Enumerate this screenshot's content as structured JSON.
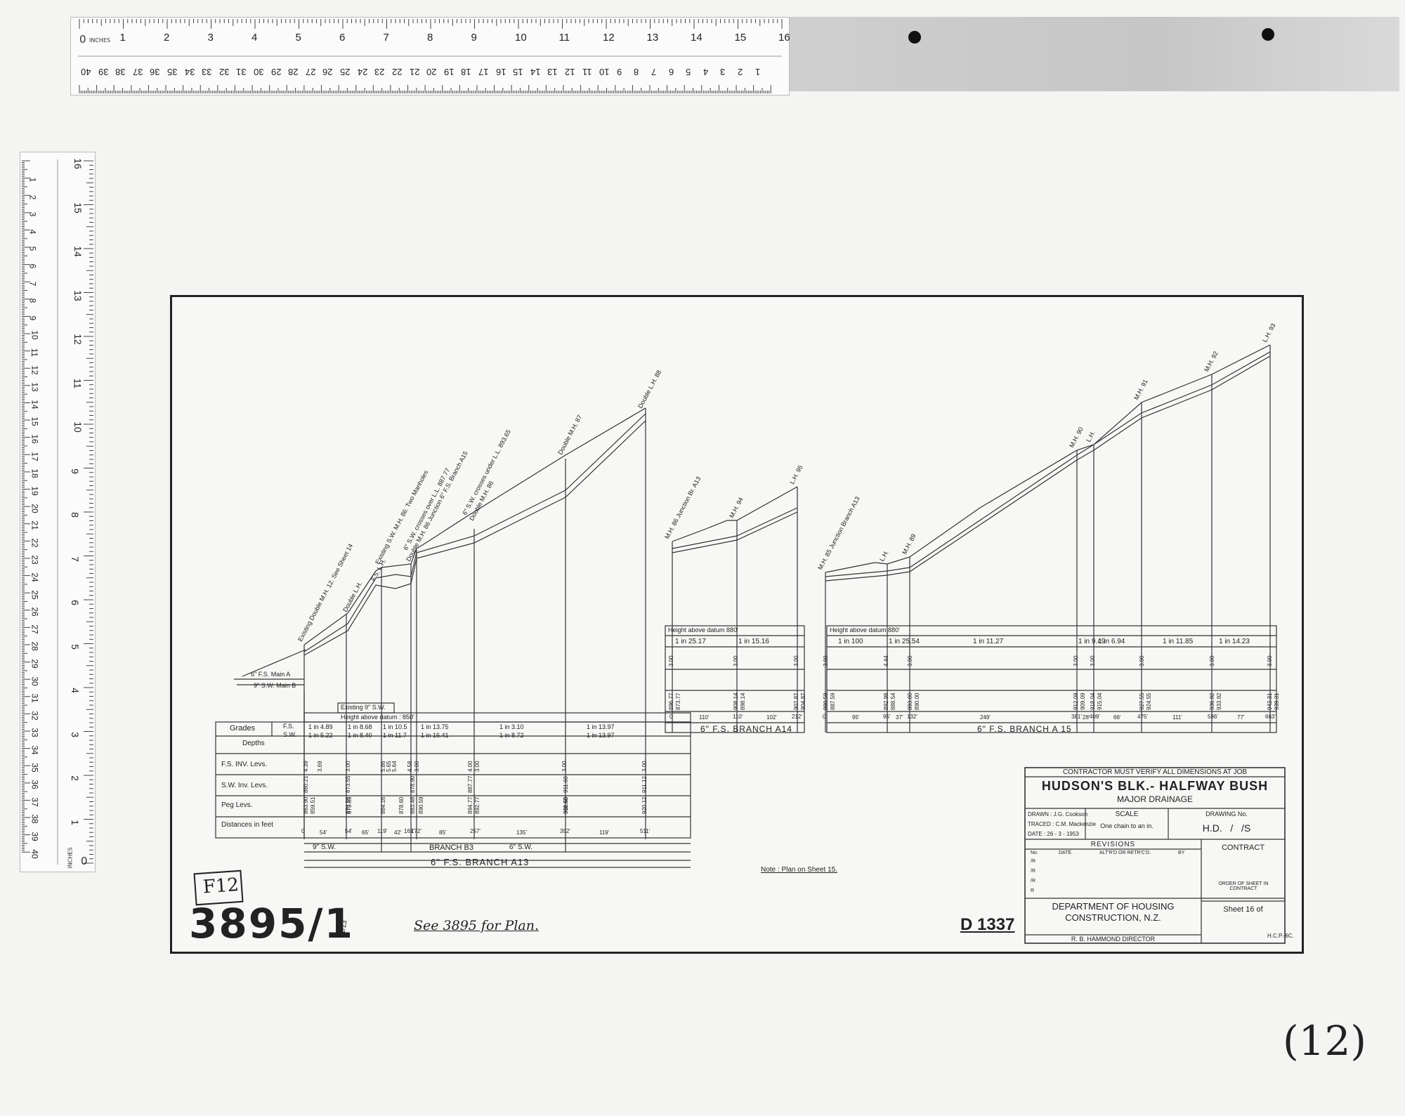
{
  "ruler_top": {
    "unit_label": "INCHES",
    "inches": [
      "1",
      "2",
      "3",
      "4",
      "5",
      "6",
      "7",
      "8",
      "9",
      "10",
      "11",
      "12",
      "13",
      "14",
      "15",
      "16"
    ],
    "cm": [
      "40",
      "39",
      "38",
      "37",
      "36",
      "35",
      "34",
      "33",
      "32",
      "31",
      "30",
      "29",
      "28",
      "27",
      "26",
      "25",
      "24",
      "23",
      "22",
      "21",
      "20",
      "19",
      "18",
      "17",
      "16",
      "15",
      "14",
      "13",
      "12",
      "11",
      "10",
      "9",
      "8",
      "7",
      "6",
      "5",
      "4",
      "3",
      "2",
      "1"
    ],
    "zero": "0"
  },
  "ruler_left": {
    "unit_label": "INCHES",
    "inches": [
      "16",
      "15",
      "14",
      "13",
      "12",
      "11",
      "10",
      "9",
      "8",
      "7",
      "6",
      "5",
      "4",
      "3",
      "2",
      "1"
    ],
    "cm": [
      "1",
      "2",
      "3",
      "4",
      "5",
      "6",
      "7",
      "8",
      "9",
      "10",
      "11",
      "12",
      "13",
      "14",
      "15",
      "16",
      "17",
      "18",
      "19",
      "20",
      "21",
      "22",
      "23",
      "24",
      "25",
      "26",
      "27",
      "28",
      "29",
      "30",
      "31",
      "32",
      "33",
      "34",
      "35",
      "36",
      "37",
      "38",
      "39",
      "40"
    ],
    "zero": "0"
  },
  "profile1": {
    "labels": [
      "Existing Double M.H. 12. See Sheet 14",
      "Double L.H.",
      "Existing S.W. M.H. 86. Two Manholes",
      "F.S. L.H.",
      "6\" S.W. crosses over L.L. 887.77",
      "Double M.H. 86 Junction 6\" F.S. Branch A15",
      "6\" S.W. crosses under L.L. 893.65",
      "Double M.H. 86",
      "Double M.H. 87",
      "Double L.H. 88"
    ],
    "main_a": "6\" F.S. Main A",
    "main_b": "9\" S.W. Main B",
    "existing": "Existing 9\" S.W.",
    "datum": "Height above datum : 850'",
    "grades_label": "Grades",
    "fs": "F.S.",
    "sw": "S.W.",
    "fs_grades": [
      "1 in 4.89",
      "1 in 8.68",
      "1 in 10.5",
      "1 in 13.75",
      "1 in 3.10",
      "1 in 13.97"
    ],
    "sw_grades": [
      "1 in 5.22",
      "1 in 8.40",
      "1 in 11.7",
      "1 in 16.41",
      "1 in 8.72",
      "1 in 13.97"
    ],
    "row_labels": [
      "Depths",
      "F.S. INV. Levs.",
      "S.W. Inv. Levs.",
      "Peg Levs.",
      "Distances in feet"
    ],
    "depths": [
      "4.39",
      "3.69",
      "3.00",
      "5.86",
      "5.65",
      "5.64",
      "4.58",
      "3.00",
      "4.00",
      "3.00",
      "3.00",
      "3.00"
    ],
    "fs_inv": [
      "860.21",
      "873.55",
      "878.90",
      "887.77",
      "911.60",
      "911.12"
    ],
    "sw_inv": [
      "859.51",
      "870.55",
      "878.60",
      "892.77",
      "908.60"
    ],
    "peg": [
      "863.90",
      "873.65",
      "884.16",
      "883.48",
      "890.59",
      "894.77",
      "911.60",
      "920.12"
    ],
    "distances": [
      "0",
      "54'",
      "119'",
      "161'",
      "172'",
      "257'",
      "392'",
      "511'"
    ],
    "seg_distances": [
      "54'",
      "65'",
      "42'",
      "85'",
      "135'",
      "119'"
    ],
    "branch_b3": "BRANCH B3",
    "sw9": "9\" S.W.",
    "sw6": "6\" S.W.",
    "branch_a13": "6\" F.S. BRANCH A13"
  },
  "profile2": {
    "labels": [
      "M.H. 86 Junction Br. A13",
      "M.H. 94",
      "L.H. 95"
    ],
    "datum": "Height above datum 880'",
    "grades": [
      "1 in 25.17",
      "1 in 15.16"
    ],
    "depths": [
      "3.00",
      "3.00",
      "3.00"
    ],
    "inv": [
      "896.77",
      "873.77",
      "908.14",
      "898.14",
      "907.87",
      "904.87"
    ],
    "distances": [
      "0",
      "110'",
      "212'"
    ],
    "seg_distances": [
      "110'",
      "102'"
    ],
    "branch": "6\" F.S. BRANCH A14"
  },
  "profile3": {
    "labels": [
      "M.H. 85 Junction Branch A13",
      "L.H.",
      "M.H. 89",
      "M.H. 90",
      "L.H.",
      "M.H. 91",
      "M.H. 92",
      "L.H. 93"
    ],
    "datum": "Height above datum 880'",
    "grades": [
      "1 in 100",
      "1 in 25.54",
      "1 in 11.27",
      "1 in 9.49",
      "1 in 6.94",
      "1 in 11.85",
      "1 in 14.23"
    ],
    "depths": [
      "3.00",
      "4.44",
      "3.00",
      "3.00",
      "3.00",
      "3.00",
      "3.00",
      "3.00"
    ],
    "inv": [
      "890.59",
      "887.59",
      "892.98",
      "888.54",
      "893.00",
      "890.00",
      "912.09",
      "909.09",
      "918.04",
      "915.04",
      "927.55",
      "924.55",
      "936.92",
      "933.92",
      "942.31",
      "939.31"
    ],
    "distances": [
      "0",
      "95'",
      "132'",
      "381'",
      "409'",
      "475'",
      "586'",
      "663'"
    ],
    "seg_distances": [
      "95'",
      "37'",
      "249'",
      "28'",
      "66'",
      "111'",
      "77'"
    ],
    "branch": "6\" F.S. BRANCH A 15"
  },
  "title_block": {
    "verify": "CONTRACTOR MUST VERIFY ALL DIMENSIONS AT JOB",
    "title": "HUDSON'S BLK.- HALFWAY BUSH",
    "subtitle": "MAJOR DRAINAGE",
    "drawn": "DRAWN : J.G. Cookson",
    "traced": "TRACED : C.M. Mackenzie",
    "date": "DATE : 26 - 3 - 1953",
    "scale_label": "SCALE",
    "scale": "One chain to an in.",
    "drawing_no_label": "DRAWING No.",
    "drawing_no": "H.D.   /   /S",
    "revisions": "REVISIONS",
    "rev_cols": [
      "No.",
      "DATE.",
      "ALT'R'D OR RETR'C'D.",
      "BY"
    ],
    "rev_rows": [
      "/R",
      "/R",
      "/R",
      "R"
    ],
    "contract": "CONTRACT",
    "order": "ORDER OF SHEET IN CONTRACT",
    "sheet": "Sheet 16 of",
    "dept1": "DEPARTMENT OF HOUSING",
    "dept2": "CONSTRUCTION, N.Z.",
    "director": "R. B. HAMMOND   DIRECTOR"
  },
  "note": "Note : Plan on Sheet 15.",
  "stamp_box": "F12",
  "stamp_number": "3895/1",
  "stamp_small": "11/13",
  "see_plan": "See 3895 for Plan.",
  "d_number": "D 1337",
  "page_mark": "(12)",
  "hcp": "H.C.P.-6C."
}
